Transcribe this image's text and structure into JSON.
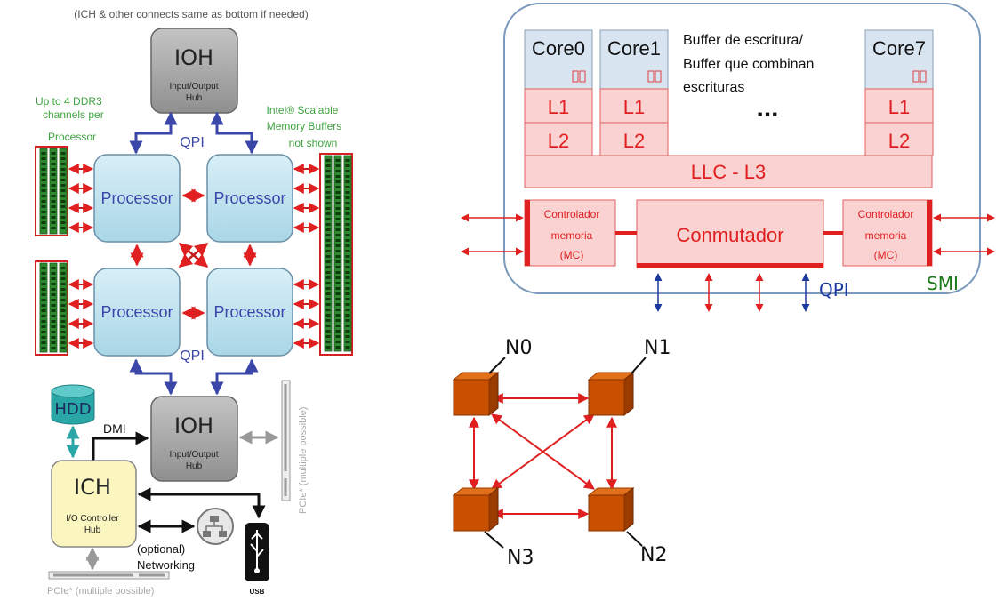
{
  "left": {
    "top_note": "(ICH & other connects same as bottom if needed)",
    "ioh_top": {
      "title": "IOH",
      "sub1": "Input/Output",
      "sub2": "Hub"
    },
    "ioh_bottom": {
      "title": "IOH",
      "sub1": "Input/Output",
      "sub2": "Hub"
    },
    "ddr_note": [
      "Up to 4 DDR3",
      "channels per",
      "Processor"
    ],
    "intel_note": [
      "Intel® Scalable",
      "Memory Buffers",
      "not shown"
    ],
    "qpi_top": "QPI",
    "qpi_bottom": "QPI",
    "processors": [
      "Processor",
      "Processor",
      "Processor",
      "Processor"
    ],
    "hdd": "HDD",
    "dmi": "DMI",
    "ich": {
      "title": "ICH",
      "sub1": "I/O Controller",
      "sub2": "Hub"
    },
    "networking": [
      "(optional)",
      "Networking"
    ],
    "usb": "USB",
    "pcie_bottom": "PCIe* (multiple possible)",
    "pcie_right": "PCIe* (multiple possible)"
  },
  "right": {
    "cores": [
      {
        "name": "Core0",
        "l1": "L1",
        "l2": "L2"
      },
      {
        "name": "Core1",
        "l1": "L1",
        "l2": "L2"
      },
      {
        "name": "Core7",
        "l1": "L1",
        "l2": "L2"
      }
    ],
    "buffer_text": [
      "Buffer de escritura/",
      "Buffer que combinan",
      "escrituras"
    ],
    "ellipsis": "...",
    "llc": "LLC - L3",
    "mc_left": [
      "Controlador",
      "memoria",
      "(MC)"
    ],
    "mc_right": [
      "Controlador",
      "memoria",
      "(MC)"
    ],
    "switch": "Conmutador",
    "qpi": "QPI",
    "smi": "SMI"
  },
  "nodes": [
    "N0",
    "N1",
    "N2",
    "N3"
  ],
  "colors": {
    "red": "#e02020",
    "qpi_blue": "#3a46a8",
    "processor": "#bfe3ef",
    "ioh": "#a8a8a8",
    "ich": "#fbf5c0",
    "hdd": "#2aa6a6",
    "node": "#c85000",
    "smi_green": "#1a7a1a"
  }
}
